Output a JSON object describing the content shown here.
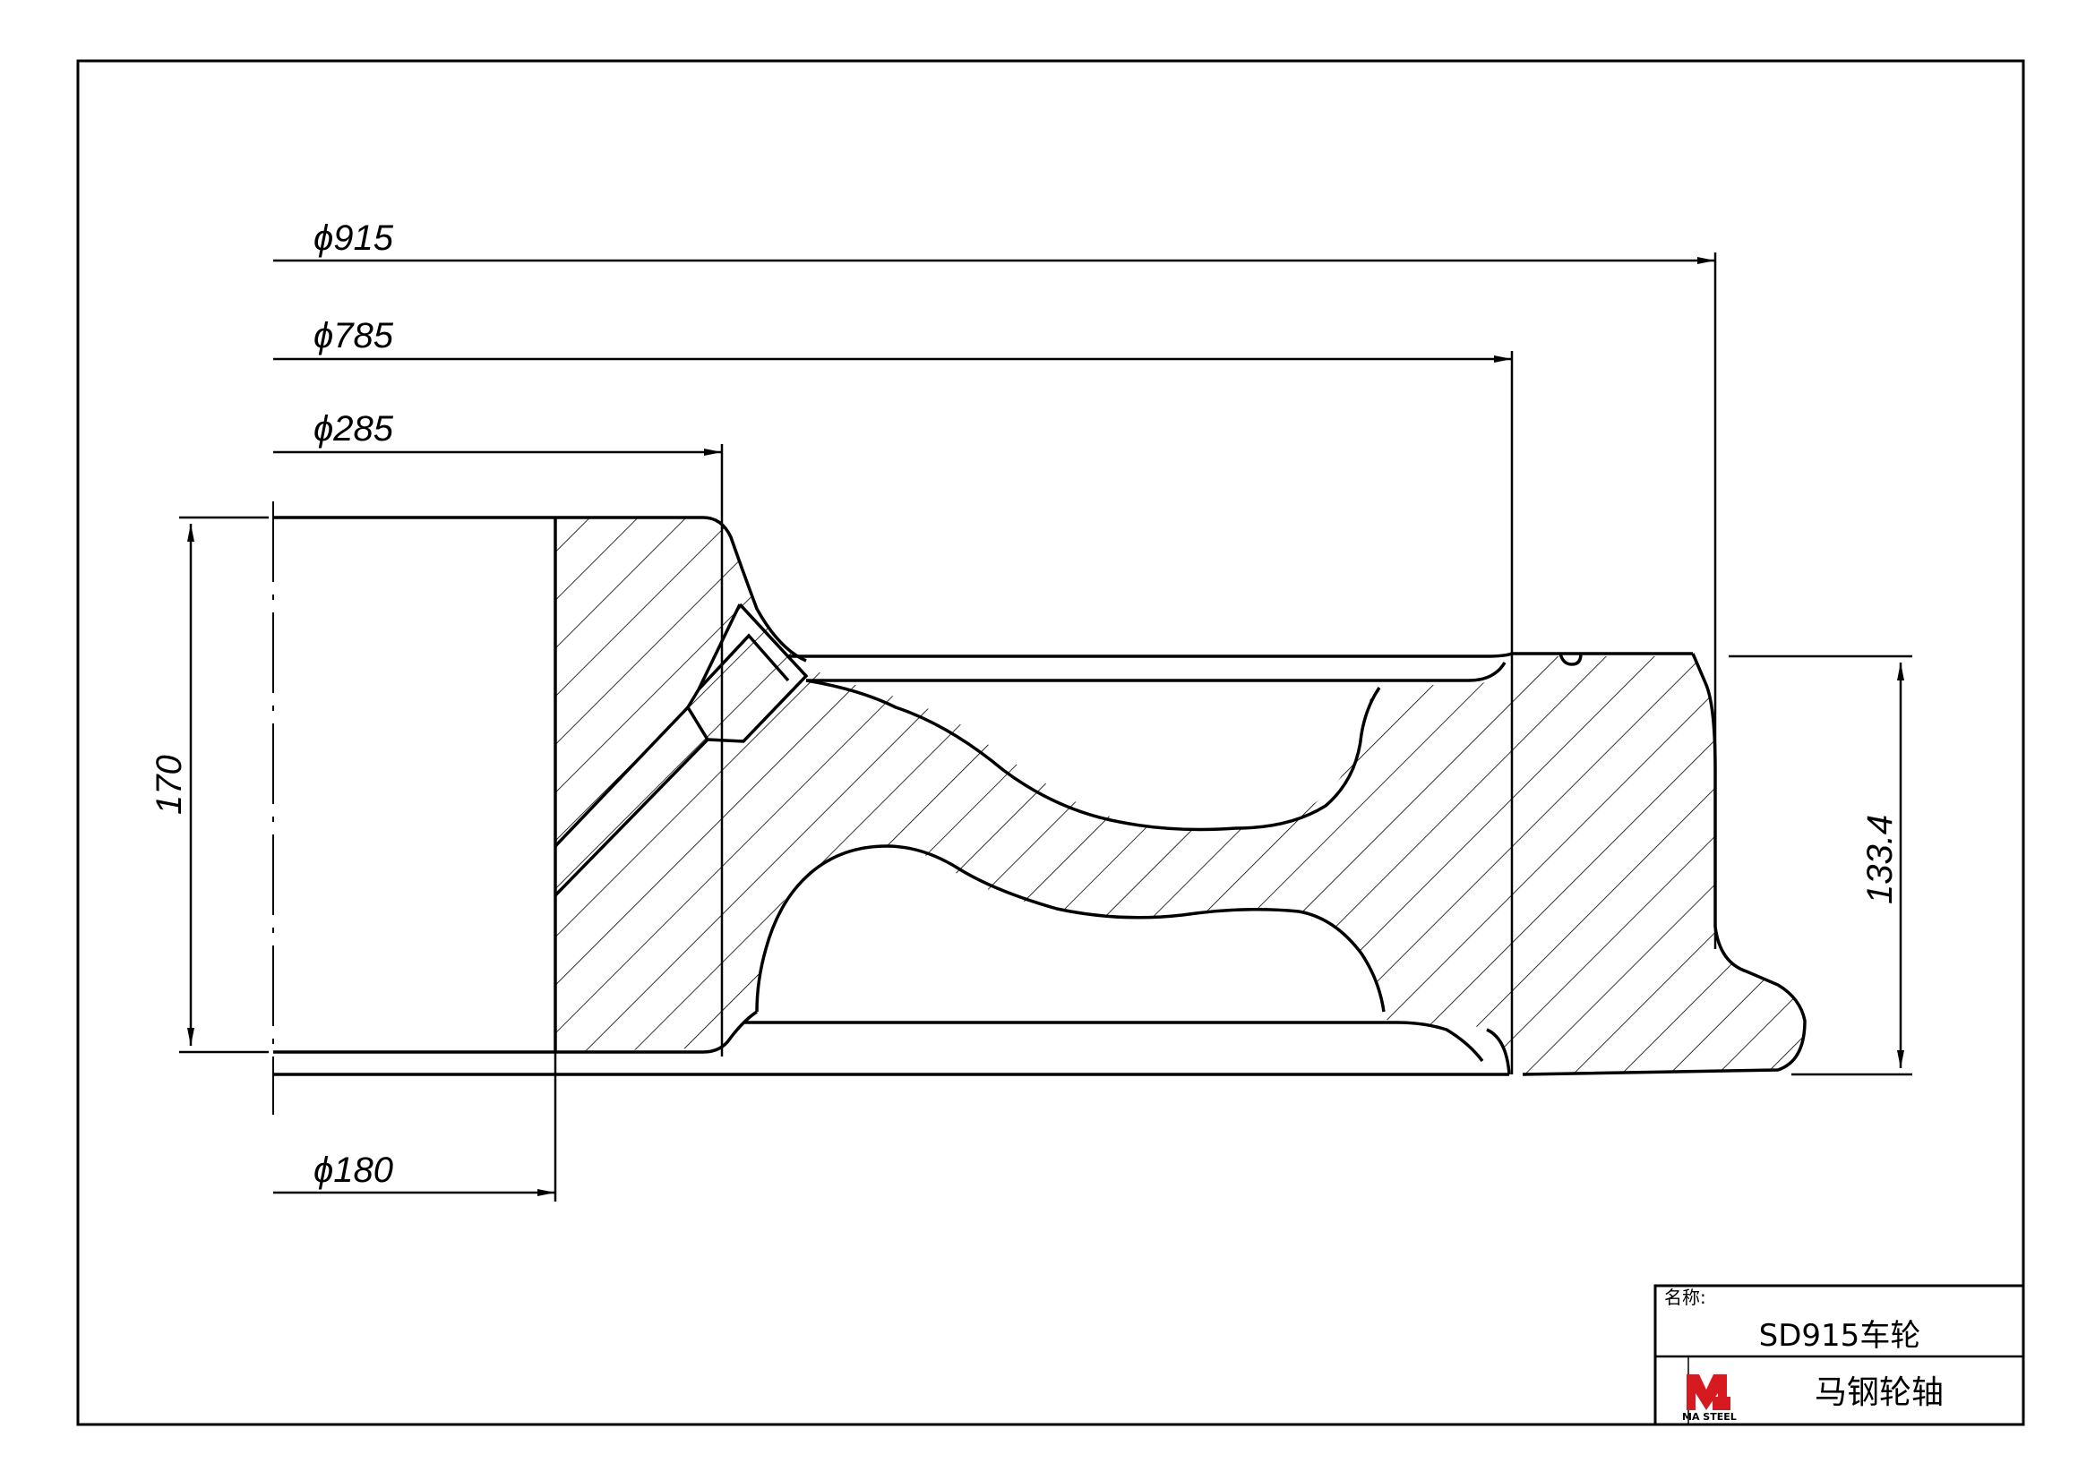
{
  "dimensions": {
    "d915": "ϕ915",
    "d785": "ϕ785",
    "d285": "ϕ285",
    "d180": "ϕ180",
    "h170": "170",
    "h133": "133.4"
  },
  "title_block": {
    "name_label": "名称:",
    "part_name": "SD915车轮",
    "company": "马钢轮轴",
    "logo_text": "MA STEEL",
    "logo_color": "#d71920"
  }
}
